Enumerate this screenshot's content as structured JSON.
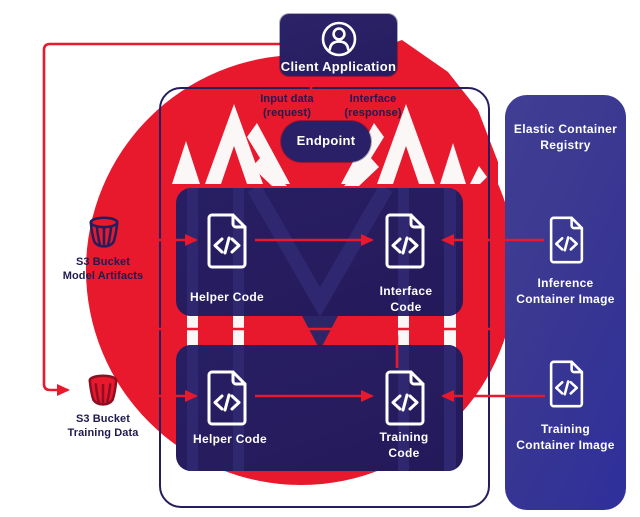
{
  "title": "Model deployment and training architecture diagram",
  "client": {
    "label": "Client Application"
  },
  "flow_labels": {
    "request": "Input data\n(request)",
    "response": "Interface\n(response)"
  },
  "endpoint": {
    "label": "Endpoint"
  },
  "deployment_panel": {
    "helper_code": "Helper Code",
    "interface_code": "Interface\nCode"
  },
  "training_panel": {
    "helper_code": "Helper Code",
    "training_code": "Training\nCode"
  },
  "s3_model_artifacts": {
    "label": "S3 Bucket\nModel Artifacts"
  },
  "s3_training_data": {
    "label": "S3 Bucket\nTraining Data"
  },
  "ecr": {
    "title": "Elastic Container\nRegistry",
    "inference_image": "Inference\nContainer Image",
    "training_image": "Training\nContainer Image"
  },
  "icons": {
    "client": "user-icon",
    "code_files": "code-file-icon",
    "buckets": "s3-bucket-icon"
  },
  "colors": {
    "red": "#e8182d",
    "navy_box": "#2a2067",
    "panel_navy": "#261c5f",
    "watermark_navy": "#2f2870",
    "ecr_indigo": "#34319a",
    "label_dark": "#201a4f",
    "white": "#ffffff"
  }
}
